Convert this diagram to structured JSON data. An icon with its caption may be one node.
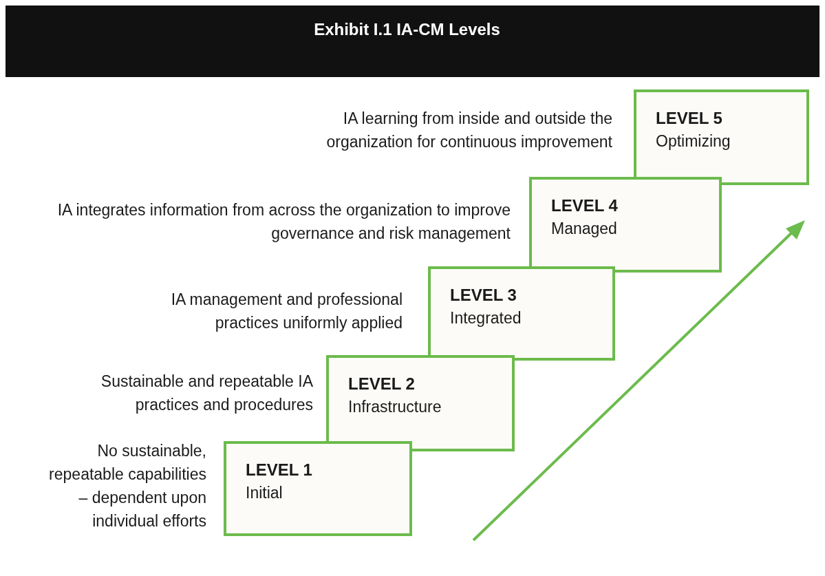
{
  "diagram": {
    "title": "Exhibit I.1 IA-CM Levels",
    "nodes": [
      {
        "text": [
          "LEVEL 5",
          "Optimizing"
        ],
        "beside": [
          "IA learning from inside and outside the organization for continuous improvement"
        ]
      },
      {
        "text": [
          "LEVEL 4",
          "Managed"
        ],
        "beside": [
          "IA integrates information from across the organization to improve governance and risk management"
        ]
      },
      {
        "text": [
          "LEVEL 3",
          "Integrated"
        ],
        "beside": [
          "IA management and professional practices uniformly applied"
        ]
      },
      {
        "text": [
          "LEVEL 2",
          "Infrastructure"
        ],
        "beside": [
          "Sustainable and repeatable IA practices and procedures"
        ]
      },
      {
        "text": [
          "LEVEL 1",
          "Initial"
        ],
        "beside": [
          "No sustainable, repeatable capabilities – dependent upon individual efforts"
        ]
      }
    ]
  }
}
